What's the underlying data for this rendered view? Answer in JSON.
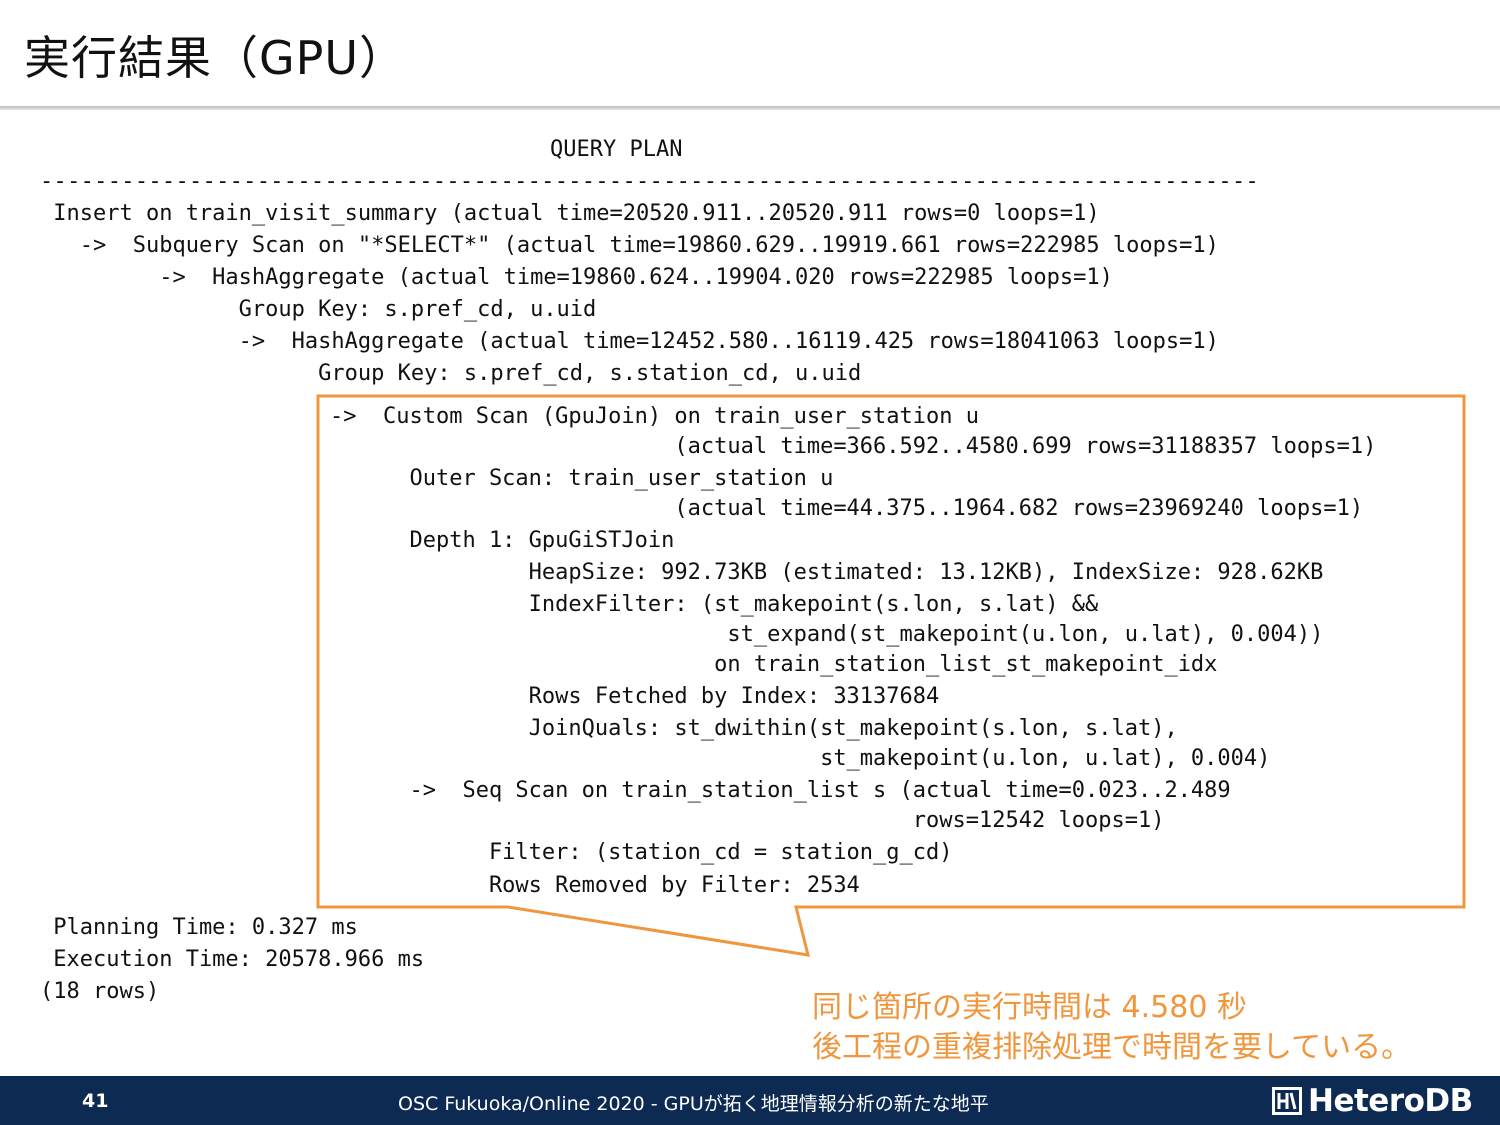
{
  "slide": {
    "title": "実行結果（GPU）",
    "page_number": "41",
    "footer_text": "OSC Fukuoka/Online 2020 - GPUが拓く地理情報分析の新たな地平",
    "logo_text": "HeteroDB"
  },
  "plan": {
    "header": "QUERY PLAN",
    "separator": "------------------------------------------------------------------------------------------",
    "top_lines": [
      " Insert on train_visit_summary (actual time=20520.911..20520.911 rows=0 loops=1)",
      "   ->  Subquery Scan on \"*SELECT*\" (actual time=19860.629..19919.661 rows=222985 loops=1)",
      "         ->  HashAggregate (actual time=19860.624..19904.020 rows=222985 loops=1)",
      "               Group Key: s.pref_cd, u.uid",
      "               ->  HashAggregate (actual time=12452.580..16119.425 rows=18041063 loops=1)",
      "                     Group Key: s.pref_cd, s.station_cd, u.uid"
    ],
    "box_lines": [
      "->  Custom Scan (GpuJoin) on train_user_station u",
      "                          (actual time=366.592..4580.699 rows=31188357 loops=1)",
      "      Outer Scan: train_user_station u",
      "                          (actual time=44.375..1964.682 rows=23969240 loops=1)",
      "      Depth 1: GpuGiSTJoin",
      "               HeapSize: 992.73KB (estimated: 13.12KB), IndexSize: 928.62KB",
      "               IndexFilter: (st_makepoint(s.lon, s.lat) &&",
      "                              st_expand(st_makepoint(u.lon, u.lat), 0.004))",
      "                             on train_station_list_st_makepoint_idx",
      "               Rows Fetched by Index: 33137684",
      "               JoinQuals: st_dwithin(st_makepoint(s.lon, s.lat),",
      "                                     st_makepoint(u.lon, u.lat), 0.004)",
      "      ->  Seq Scan on train_station_list s (actual time=0.023..2.489",
      "                                            rows=12542 loops=1)",
      "            Filter: (station_cd = station_g_cd)",
      "            Rows Removed by Filter: 2534"
    ],
    "bottom_lines": [
      " Planning Time: 0.327 ms",
      " Execution Time: 20578.966 ms",
      "(18 rows)"
    ]
  },
  "callout": {
    "line1": "同じ箇所の実行時間は 4.580 秒",
    "line2": "後工程の重複排除処理で時間を要している。"
  },
  "colors": {
    "accent_orange": "#f0963c",
    "footer_navy": "#0c2a52"
  }
}
